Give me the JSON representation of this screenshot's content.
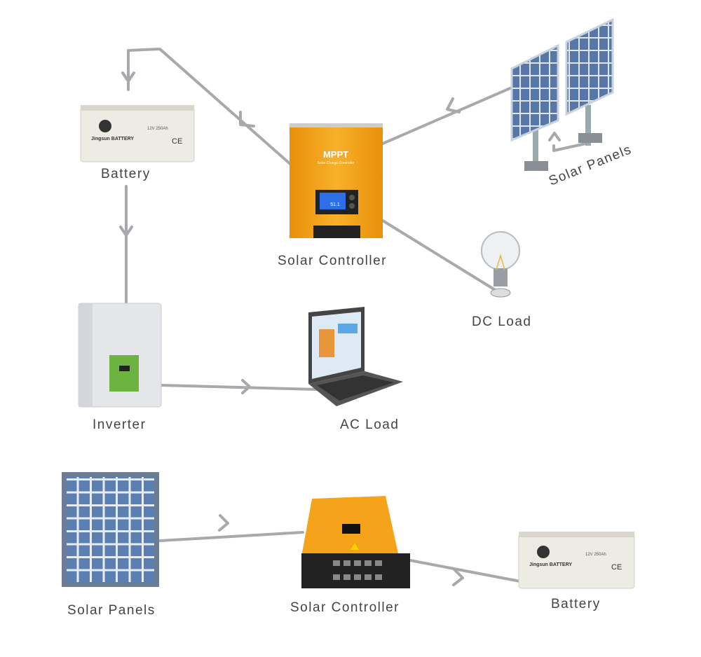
{
  "labels": {
    "battery_top": "Battery",
    "solar_controller_top": "Solar Controller",
    "solar_panels_top": "Solar Panels",
    "dc_load": "DC Load",
    "inverter": "Inverter",
    "ac_load": "AC Load",
    "solar_panels_bottom": "Solar Panels",
    "solar_controller_bottom": "Solar Controller",
    "battery_bottom": "Battery"
  },
  "device_text": {
    "controller_brand": "MPPT",
    "controller_sub": "Solar Charge Controller",
    "battery_brand": "Jingsun BATTERY",
    "battery_rating": "12V 250Ah",
    "lcd_value": "51.1"
  },
  "colors": {
    "connector": "#a7a9ac",
    "controller_orange": "#f5a31a",
    "panel_blue": "#4a6fa5",
    "panel_frame": "#6b7d95",
    "inverter_green": "#6cb33f",
    "battery_body": "#ecebe4"
  }
}
